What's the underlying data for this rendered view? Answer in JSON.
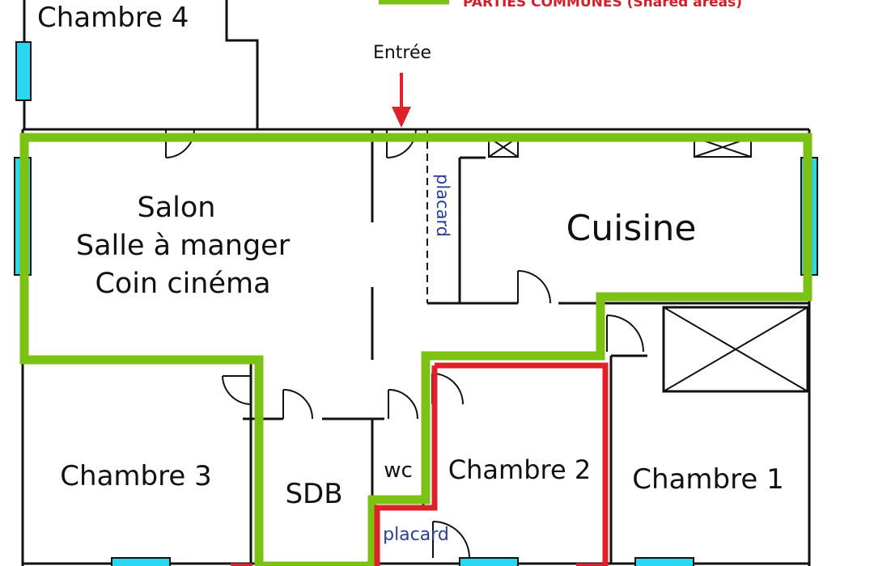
{
  "legend": {
    "shared_label": "PARTIES COMMUNES (Shared areas)",
    "shared_color": "#7cc215",
    "private_color": "#e0202a"
  },
  "entrance": {
    "label": "Entrée",
    "arrow_color": "#e0202a"
  },
  "rooms": {
    "chambre4": "Chambre 4",
    "salon_line1": "Salon",
    "salon_line2": "Salle à manger",
    "salon_line3": "Coin cinéma",
    "cuisine": "Cuisine",
    "placard_hall": "placard",
    "chambre3": "Chambre 3",
    "sdb": "SDB",
    "wc": "wc",
    "chambre2": "Chambre 2",
    "placard_ch2": "placard",
    "chambre1": "Chambre 1"
  },
  "colors": {
    "window": "#29d8f0",
    "wall": "#111111",
    "placard_text": "#2b3f9a"
  }
}
